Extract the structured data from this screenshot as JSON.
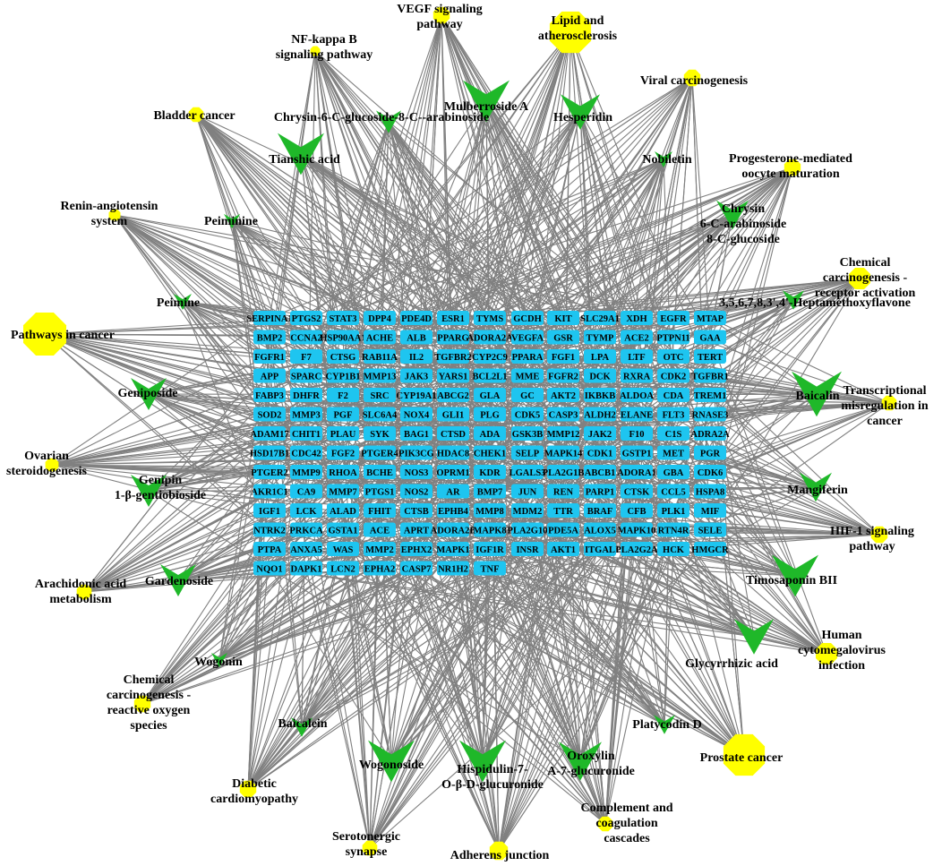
{
  "colors": {
    "background": "#ffffff",
    "edge": "#808080",
    "pathway_node": "#ffff00",
    "compound_node": "#1fb829",
    "gene_node": "#1ec5f0",
    "label": "#000000"
  },
  "node_legend": {
    "pathway_shape": "octagon",
    "compound_shape": "v-arrow",
    "gene_shape": "rounded-rectangle"
  },
  "pathways": [
    {
      "name": "VEGF signaling pathway",
      "lines": [
        "VEGF signaling",
        "pathway"
      ]
    },
    {
      "name": "Lipid and atherosclerosis",
      "lines": [
        "Lipid and",
        "atherosclerosis"
      ]
    },
    {
      "name": "NF-kappa B signaling pathway",
      "lines": [
        "NF-kappa B",
        "signaling pathway"
      ]
    },
    {
      "name": "Viral carcinogenesis",
      "lines": [
        "Viral carcinogenesis"
      ]
    },
    {
      "name": "Bladder cancer",
      "lines": [
        "Bladder cancer"
      ]
    },
    {
      "name": "Progesterone-mediated oocyte maturation",
      "lines": [
        "Progesterone-mediated",
        "oocyte maturation"
      ]
    },
    {
      "name": "Renin-angiotensin system",
      "lines": [
        "Renin-angiotensin",
        "system"
      ]
    },
    {
      "name": "Chemical carcinogenesis - receptor activation",
      "lines": [
        "Chemical",
        "carcinogenesis -",
        "receptor activation"
      ]
    },
    {
      "name": "Pathways in cancer",
      "lines": [
        "Pathways in cancer"
      ]
    },
    {
      "name": "Transcriptional misregulation in cancer",
      "lines": [
        "Transcriptional",
        "misregulation in",
        "cancer"
      ]
    },
    {
      "name": "Ovarian steroidogenesis",
      "lines": [
        "Ovarian",
        "steroidogenesis"
      ]
    },
    {
      "name": "HIF-1 signaling pathway",
      "lines": [
        "HIF-1 signaling",
        "pathway"
      ]
    },
    {
      "name": "Arachidonic acid metabolism",
      "lines": [
        "Arachidonic acid",
        "metabolism"
      ]
    },
    {
      "name": "Human cytomegalovirus infection",
      "lines": [
        "Human",
        "cytomegalovirus",
        "infection"
      ]
    },
    {
      "name": "Chemical carcinogenesis - reactive oxygen species",
      "lines": [
        "Chemical",
        "carcinogenesis -",
        "reactive oxygen",
        "species"
      ]
    },
    {
      "name": "Prostate cancer",
      "lines": [
        "Prostate cancer"
      ]
    },
    {
      "name": "Diabetic cardiomyopathy",
      "lines": [
        "Diabetic",
        "cardiomyopathy"
      ]
    },
    {
      "name": "Complement and coagulation cascades",
      "lines": [
        "Complement and",
        "coagulation",
        "cascades"
      ]
    },
    {
      "name": "Serotonergic synapse",
      "lines": [
        "Serotonergic",
        "synapse"
      ]
    },
    {
      "name": "Adherens junction",
      "lines": [
        "Adherens junction"
      ]
    }
  ],
  "compounds": [
    {
      "name": "Mulberroside A",
      "lines": [
        "Mulberroside A"
      ]
    },
    {
      "name": "Chrysin-6-C-glucoside-8-C--arabinoside",
      "lines": [
        "Chrysin-6-C-glucoside-8-C--arabinoside"
      ]
    },
    {
      "name": "Hesperidin",
      "lines": [
        "Hesperidin"
      ]
    },
    {
      "name": "Tianshic acid",
      "lines": [
        "Tianshic acid"
      ]
    },
    {
      "name": "Nobiletin",
      "lines": [
        "Nobiletin"
      ]
    },
    {
      "name": "Chrysin 6-C-arabinoside 8-C-glucoside",
      "lines": [
        "Chrysin",
        "6-C-arabinoside",
        "8-C-glucoside"
      ]
    },
    {
      "name": "Peiminine",
      "lines": [
        "Peiminine"
      ]
    },
    {
      "name": "Peimine",
      "lines": [
        "Peimine"
      ]
    },
    {
      "name": "3,5,6,7,8,3',4'-Heptamethoxyflavone",
      "lines": [
        "3,5,6,7,8,3',4'-Heptamethoxyflavone"
      ]
    },
    {
      "name": "Geniposide",
      "lines": [
        "Geniposide"
      ]
    },
    {
      "name": "Baicalin",
      "lines": [
        "Baicalin"
      ]
    },
    {
      "name": "Genipin 1-β-gentiobioside",
      "lines": [
        "Genipin",
        "1-β-gentiobioside"
      ]
    },
    {
      "name": "Mangiferin",
      "lines": [
        "Mangiferin"
      ]
    },
    {
      "name": "Gardenoside",
      "lines": [
        "Gardenoside"
      ]
    },
    {
      "name": "Timosaponin BII",
      "lines": [
        "Timosaponin BII"
      ]
    },
    {
      "name": "Wogonin",
      "lines": [
        "Wogonin"
      ]
    },
    {
      "name": "Glycyrrhizic acid",
      "lines": [
        "Glycyrrhizic acid"
      ]
    },
    {
      "name": "Baicalein",
      "lines": [
        "Baicalein"
      ]
    },
    {
      "name": "Platycodin D",
      "lines": [
        "Platycodin D"
      ]
    },
    {
      "name": "Wogonoside",
      "lines": [
        "Wogonoside"
      ]
    },
    {
      "name": "Hispidulin-7-O-β-D-glucuronide",
      "lines": [
        "Hispidulin-7-",
        "O-β-D-glucuronide"
      ]
    },
    {
      "name": "Oroxylin A-7-glucuronide",
      "lines": [
        "Oroxylin",
        "A-7-glucuronide"
      ]
    }
  ],
  "gene_columns": [
    [
      "SERPINA1",
      "BMP2",
      "FGFR1",
      "APP",
      "FABP3",
      "SOD2",
      "ADAM17",
      "HSD17B1",
      "PTGER2",
      "AKR1C1",
      "IGF1",
      "NTRK2",
      "PTPA",
      "NQO1"
    ],
    [
      "PTGS2",
      "CCNA2",
      "F7",
      "SPARC",
      "DHFR",
      "MMP3",
      "CHIT1",
      "CDC42",
      "MMP9",
      "CA9",
      "LCK",
      "PRKCA",
      "ANXA5",
      "DAPK1"
    ],
    [
      "STAT3",
      "HSP90AA1",
      "CTSG",
      "CYP1B1",
      "F2",
      "PGF",
      "PLAU",
      "FGF2",
      "RHOA",
      "MMP7",
      "ALAD",
      "GSTA1",
      "WAS",
      "LCN2"
    ],
    [
      "DPP4",
      "ACHE",
      "RAB11A",
      "MMP13",
      "SRC",
      "SLC6A4",
      "SYK",
      "PTGER4",
      "BCHE",
      "PTGS1",
      "FHIT",
      "ACE",
      "MMP2",
      "EPHA2"
    ],
    [
      "PDE4D",
      "ALB",
      "IL2",
      "JAK3",
      "CYP19A1",
      "NOX4",
      "BAG1",
      "PIK3CG",
      "NOS3",
      "NOS2",
      "CTSB",
      "APRT",
      "EPHX2",
      "CASP7"
    ],
    [
      "ESR1",
      "PPARG",
      "TGFBR2",
      "YARS1",
      "ABCG2",
      "GLI1",
      "CTSD",
      "HDAC8",
      "OPRM1",
      "AR",
      "EPHB4",
      "ADORA2B",
      "MAPK1",
      "NR1H2"
    ],
    [
      "TYMS",
      "ADORA2A",
      "CYP2C9",
      "BCL2L1",
      "GLA",
      "PLG",
      "ADA",
      "CHEK1",
      "KDR",
      "BMP7",
      "MMP8",
      "MAPK8",
      "IGF1R",
      "TNF"
    ],
    [
      "GCDH",
      "VEGFA",
      "PPARA",
      "MME",
      "GC",
      "CDK5",
      "GSK3B",
      "SELP",
      "LGALS3",
      "JUN",
      "MDM2",
      "PLA2G10",
      "INSR"
    ],
    [
      "KIT",
      "GSR",
      "FGF1",
      "FGFR2",
      "AKT2",
      "CASP3",
      "MMP12",
      "MAPK14",
      "PLA2G1B",
      "REN",
      "TTR",
      "PDE5A",
      "AKT1"
    ],
    [
      "SLC29A1",
      "TYMP",
      "LPA",
      "DCK",
      "IKBKB",
      "ALDH2",
      "JAK2",
      "CDK1",
      "ABCB1",
      "PARP1",
      "BRAF",
      "ALOX5",
      "ITGAL"
    ],
    [
      "XDH",
      "ACE2",
      "LTF",
      "RXRA",
      "ALDOA",
      "ELANE",
      "F10",
      "GSTP1",
      "ADORA1",
      "CTSK",
      "CFB",
      "MAPK10",
      "PLA2G2A"
    ],
    [
      "EGFR",
      "PTPN11",
      "OTC",
      "CDK2",
      "CDA",
      "FLT3",
      "C1S",
      "MET",
      "GBA",
      "CCL5",
      "PLK1",
      "RTN4R",
      "HCK"
    ],
    [
      "MTAP",
      "GAA",
      "TERT",
      "TGFBR1",
      "TREM1",
      "RNASE3",
      "ADRA2A",
      "PGR",
      "CDK6",
      "HSPA8",
      "MIF",
      "SELE",
      "HMGCR"
    ]
  ]
}
